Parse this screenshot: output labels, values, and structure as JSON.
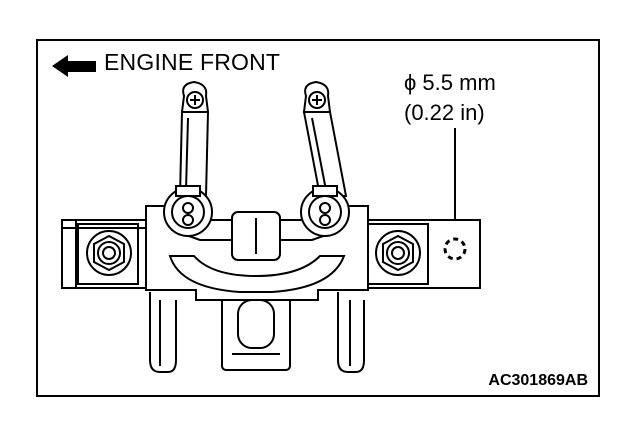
{
  "labels": {
    "direction": "ENGINE FRONT",
    "hole_size": "ϕ 5.5 mm",
    "hole_size_in": "(0.22 in)",
    "figure_id": "AC301869AB"
  },
  "icons": {
    "direction_arrow": "arrow-left-icon",
    "hole_marker": "dashed-circle-icon"
  }
}
